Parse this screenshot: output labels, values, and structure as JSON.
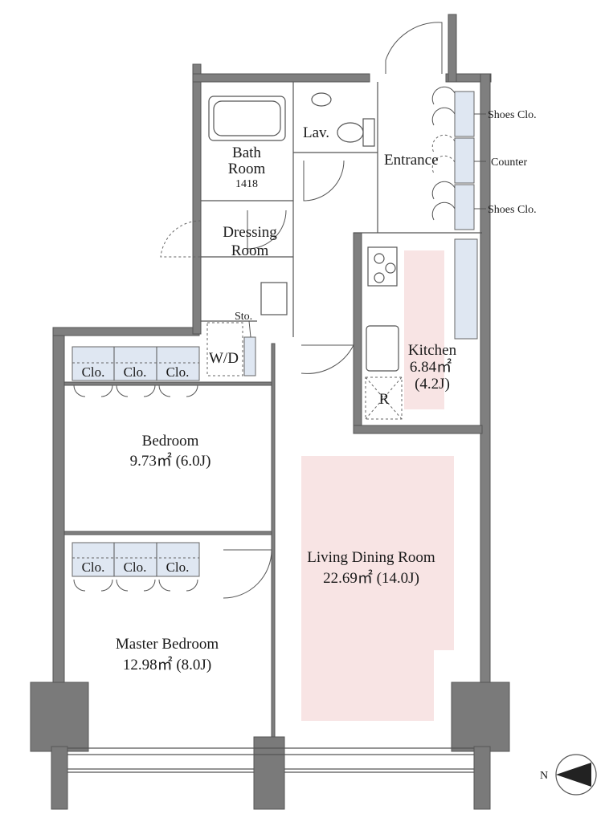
{
  "rooms": {
    "bath": {
      "line1": "Bath",
      "line2": "Room",
      "code": "1418"
    },
    "lav": "Lav.",
    "entrance": "Entrance",
    "dressing": {
      "line1": "Dressing",
      "line2": "Room"
    },
    "storage": "Sto.",
    "wd": "W/D",
    "kitchen": {
      "name": "Kitchen",
      "area": "6.84㎡",
      "tatami": "(4.2J)"
    },
    "fridge": "R",
    "bedroom": {
      "name": "Bedroom",
      "area": "9.73㎡ (6.0J)"
    },
    "living": {
      "name": "Living Dining Room",
      "area": "22.69㎡ (14.0J)"
    },
    "master": {
      "name": "Master Bedroom",
      "area": "12.98㎡ (8.0J)"
    }
  },
  "closets": {
    "bedroom": [
      "Clo.",
      "Clo.",
      "Clo."
    ],
    "master": [
      "Clo.",
      "Clo.",
      "Clo."
    ]
  },
  "entrance_storage": {
    "top": "Shoes Clo.",
    "middle": "Counter",
    "bottom": "Shoes Clo."
  },
  "compass": {
    "label": "N"
  },
  "colors": {
    "wall": "#7f7f7f",
    "closet": "#dfe7f2",
    "highlight": "#f8e4e4"
  }
}
